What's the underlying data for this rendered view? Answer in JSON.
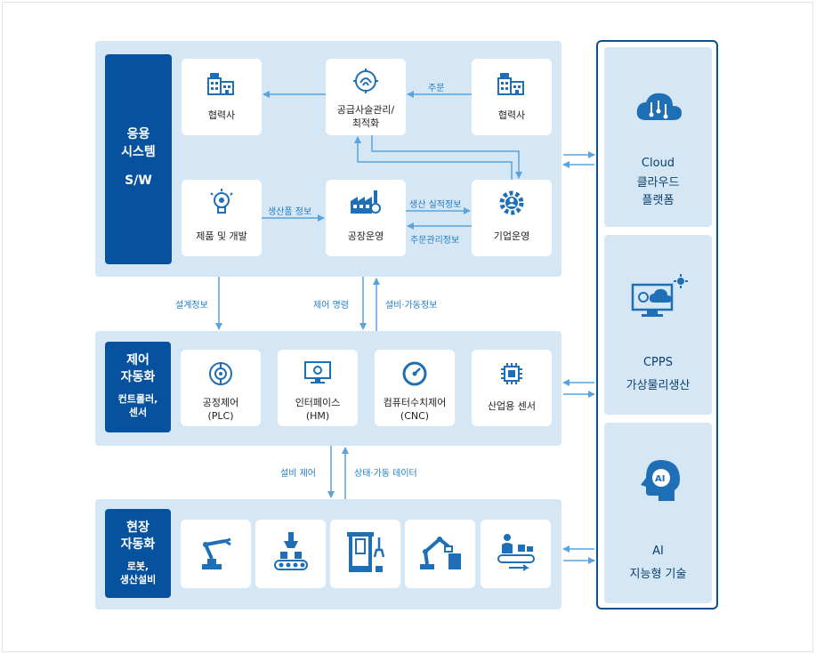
{
  "layers": {
    "app": {
      "title": "응용\n시스템",
      "sub": "S/W"
    },
    "ctrl": {
      "title": "제어\n자동화",
      "sub": "컨트롤러,\n센서"
    },
    "field": {
      "title": "현장\n자동화",
      "sub": "로봇,\n생산설비"
    }
  },
  "app_nodes": {
    "partner_left": "협력사",
    "scm": "공급사슬관리/\n최적화",
    "partner_right": "협력사",
    "product_dev": "제품 및 개발",
    "factory": "공장운영",
    "enterprise": "기업운영"
  },
  "ctrl_nodes": {
    "plc": "공정제어\n(PLC)",
    "hmi": "인터페이스\n(HM)",
    "cnc": "컴퓨터수치제어\n(CNC)",
    "sensor": "산업용 센서"
  },
  "flows": {
    "order": "주문",
    "product_info": "생산품 정보",
    "production_result": "생산 실적정보",
    "order_mgmt": "주문관리정보",
    "design_info": "설계정보",
    "control_cmd": "제어 명령",
    "equip_op_info": "설비·가동정보",
    "equip_control": "설비 제어",
    "status_data": "상태·가동 데이터"
  },
  "right": {
    "cloud": {
      "en": "Cloud",
      "ko": "클라우드\n플랫폼"
    },
    "cpps": {
      "en": "CPPS",
      "ko": "가상물리생산"
    },
    "ai": {
      "en": "AI",
      "ko": "지능형 기술"
    }
  },
  "colors": {
    "navy": "#07529f",
    "panel": "#d5e7f5",
    "arrow": "#5aa3dc",
    "icon": "#1f6fb7"
  }
}
